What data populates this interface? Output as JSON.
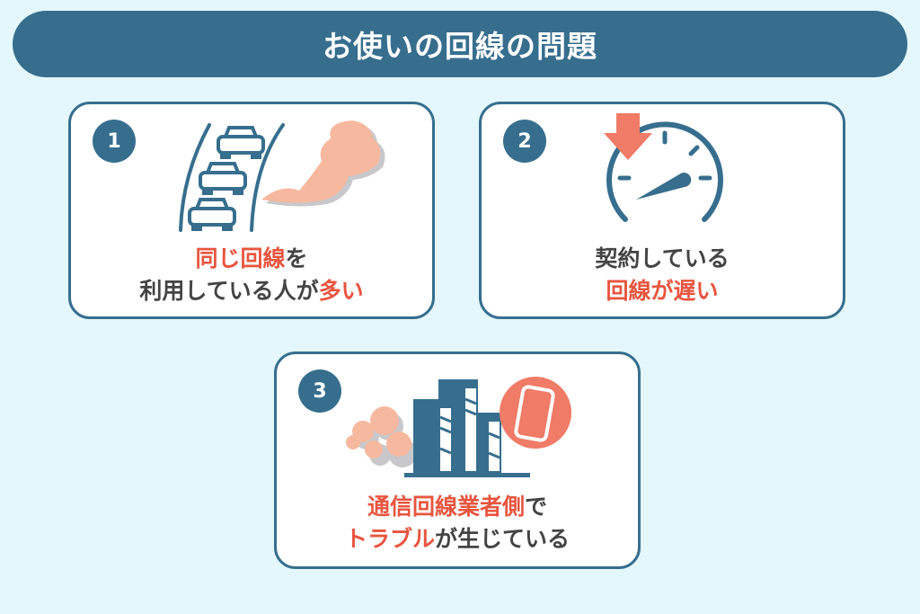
{
  "title": "お使いの回線の問題",
  "colors": {
    "navy": "#376e8e",
    "accent": "#e8553f",
    "salmon": "#f07b66",
    "smoke": "#f6b9a0",
    "background": "#e3f7fc"
  },
  "cards": [
    {
      "number": "1",
      "icon": "traffic-jam-cars-icon",
      "lines": [
        [
          {
            "text": "同じ回線",
            "highlight": true
          },
          {
            "text": "を",
            "highlight": false
          }
        ],
        [
          {
            "text": "利用している人が",
            "highlight": false
          },
          {
            "text": "多い",
            "highlight": true
          }
        ]
      ]
    },
    {
      "number": "2",
      "icon": "speedometer-down-icon",
      "lines": [
        [
          {
            "text": "契約している",
            "highlight": false
          }
        ],
        [
          {
            "text": "回線が遅い",
            "highlight": true
          }
        ]
      ]
    },
    {
      "number": "3",
      "icon": "building-smartphone-icon",
      "lines": [
        [
          {
            "text": "通信回線業者側",
            "highlight": true
          },
          {
            "text": "で",
            "highlight": false
          }
        ],
        [
          {
            "text": "トラブル",
            "highlight": true
          },
          {
            "text": "が生じている",
            "highlight": false
          }
        ]
      ]
    }
  ]
}
